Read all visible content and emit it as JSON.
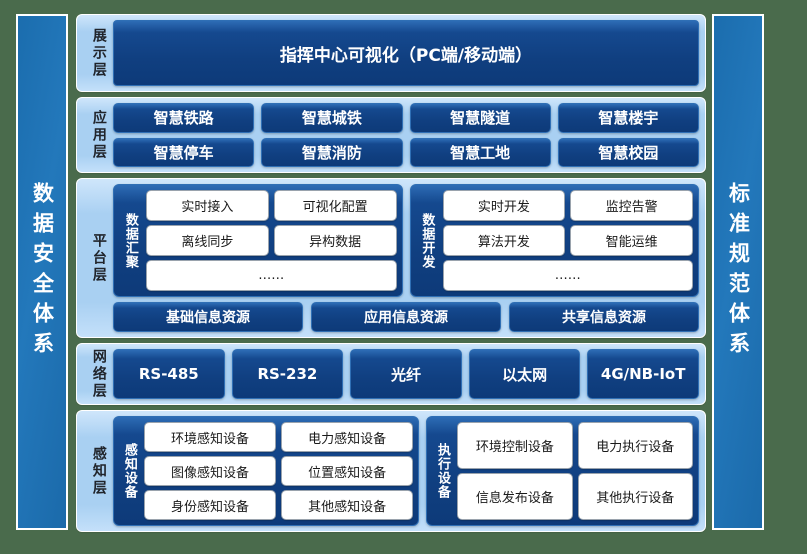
{
  "colors": {
    "background": "#4a6b4c",
    "pillar": "#1f72b5",
    "band": "#a9d0f2",
    "dark_box": "#103f80",
    "white_box": "#ffffff"
  },
  "pillars": {
    "left": "数据安全体系",
    "right": "标准规范体系"
  },
  "layers": {
    "presentation": {
      "label": "展示层",
      "box": "指挥中心可视化（PC端/移动端）"
    },
    "application": {
      "label": "应用层",
      "row1": [
        "智慧铁路",
        "智慧城铁",
        "智慧隧道",
        "智慧楼宇"
      ],
      "row2": [
        "智慧停车",
        "智慧消防",
        "智慧工地",
        "智慧校园"
      ]
    },
    "platform": {
      "label": "平台层",
      "groups": [
        {
          "title": "数据汇聚",
          "row1": [
            "实时接入",
            "可视化配置"
          ],
          "row2": [
            "离线同步",
            "异构数据"
          ],
          "row3": [
            "……"
          ]
        },
        {
          "title": "数据开发",
          "row1": [
            "实时开发",
            "监控告警"
          ],
          "row2": [
            "算法开发",
            "智能运维"
          ],
          "row3": [
            "……"
          ]
        }
      ],
      "resources": [
        "基础信息资源",
        "应用信息资源",
        "共享信息资源"
      ]
    },
    "network": {
      "label": "网络层",
      "items": [
        "RS-485",
        "RS-232",
        "光纤",
        "以太网",
        "4G/NB-IoT"
      ]
    },
    "perception": {
      "label": "感知层",
      "groups": [
        {
          "title": "感知设备",
          "row1": [
            "环境感知设备",
            "电力感知设备"
          ],
          "row2": [
            "图像感知设备",
            "位置感知设备"
          ],
          "row3": [
            "身份感知设备",
            "其他感知设备"
          ]
        },
        {
          "title": "执行设备",
          "row1": [
            "环境控制设备",
            "电力执行设备"
          ],
          "row2": [
            "信息发布设备",
            "其他执行设备"
          ]
        }
      ]
    }
  }
}
